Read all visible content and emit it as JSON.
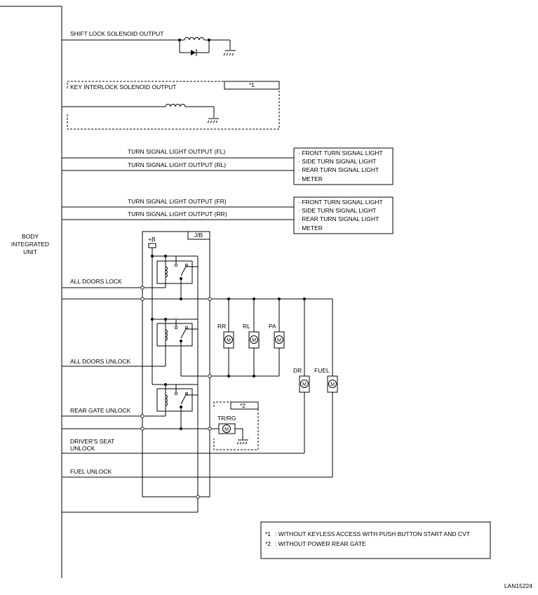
{
  "unit": {
    "line1": "BODY",
    "line2": "INTEGRATED",
    "line3": "UNIT"
  },
  "signals": {
    "shift_lock": "SHIFT LOCK SOLENOID OUTPUT",
    "key_interlock": "KEY INTERLOCK SOLENOID OUTPUT",
    "turn_fl": "TURN SIGNAL LIGHT OUTPUT (FL)",
    "turn_rl": "TURN SIGNAL LIGHT OUTPUT (RL)",
    "turn_fr": "TURN SIGNAL LIGHT OUTPUT (FR)",
    "turn_rr": "TURN SIGNAL LIGHT OUTPUT (RR)",
    "all_doors_lock": "ALL DOORS LOCK",
    "all_doors_unlock": "ALL DOORS UNLOCK",
    "rear_gate_unlock": "REAR GATE UNLOCK",
    "drivers_seat_1": "DRIVER'S SEAT",
    "drivers_seat_2": "UNLOCK",
    "fuel_unlock": "FUEL UNLOCK"
  },
  "notes": {
    "n1": "*1",
    "n2": "*2"
  },
  "lights_box": [
    "· FRONT TURN SIGNAL LIGHT",
    "· SIDE TURN SIGNAL LIGHT",
    "· REAR TURN SIGNAL LIGHT",
    "· METER"
  ],
  "jb": {
    "label": "J/B",
    "power": "+B"
  },
  "motors": {
    "rr": "RR",
    "rl": "RL",
    "pa": "PA",
    "dr": "DR",
    "fuel": "FUEL",
    "trrg": "TR/RG",
    "symbol": "M"
  },
  "legend": {
    "key1": "*1",
    "text1": ": WITHOUT KEYLESS ACCESS WITH PUSH BUTTON START AND CVT",
    "key2": "*2",
    "text2": ": WITHOUT POWER REAR GATE"
  },
  "figure_id": "LAN15224"
}
